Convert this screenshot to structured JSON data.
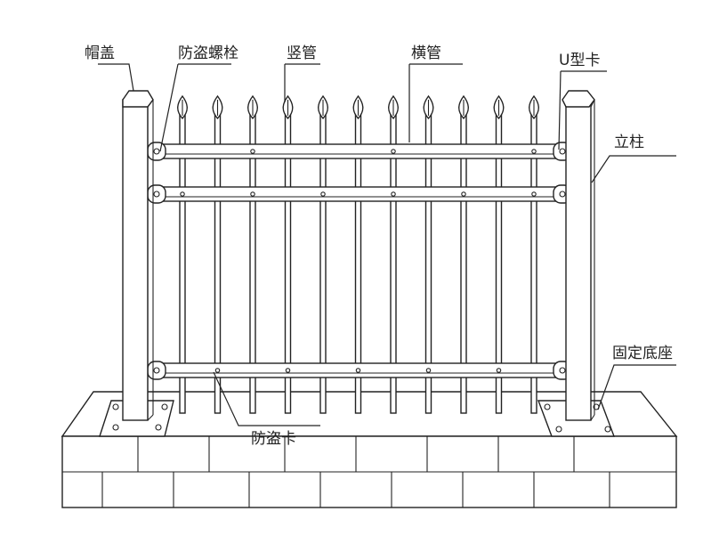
{
  "labels": {
    "cap": "帽盖",
    "antitheft_bolt": "防盗螺栓",
    "vertical_tube": "竖管",
    "horizontal_tube": "横管",
    "u_clip": "U型卡",
    "post": "立柱",
    "base": "固定底座",
    "antitheft_clip": "防盗卡"
  },
  "colors": {
    "line": "#222222",
    "background": "#ffffff"
  },
  "structure": {
    "pickets": 11,
    "rails": 3,
    "posts": 2
  }
}
